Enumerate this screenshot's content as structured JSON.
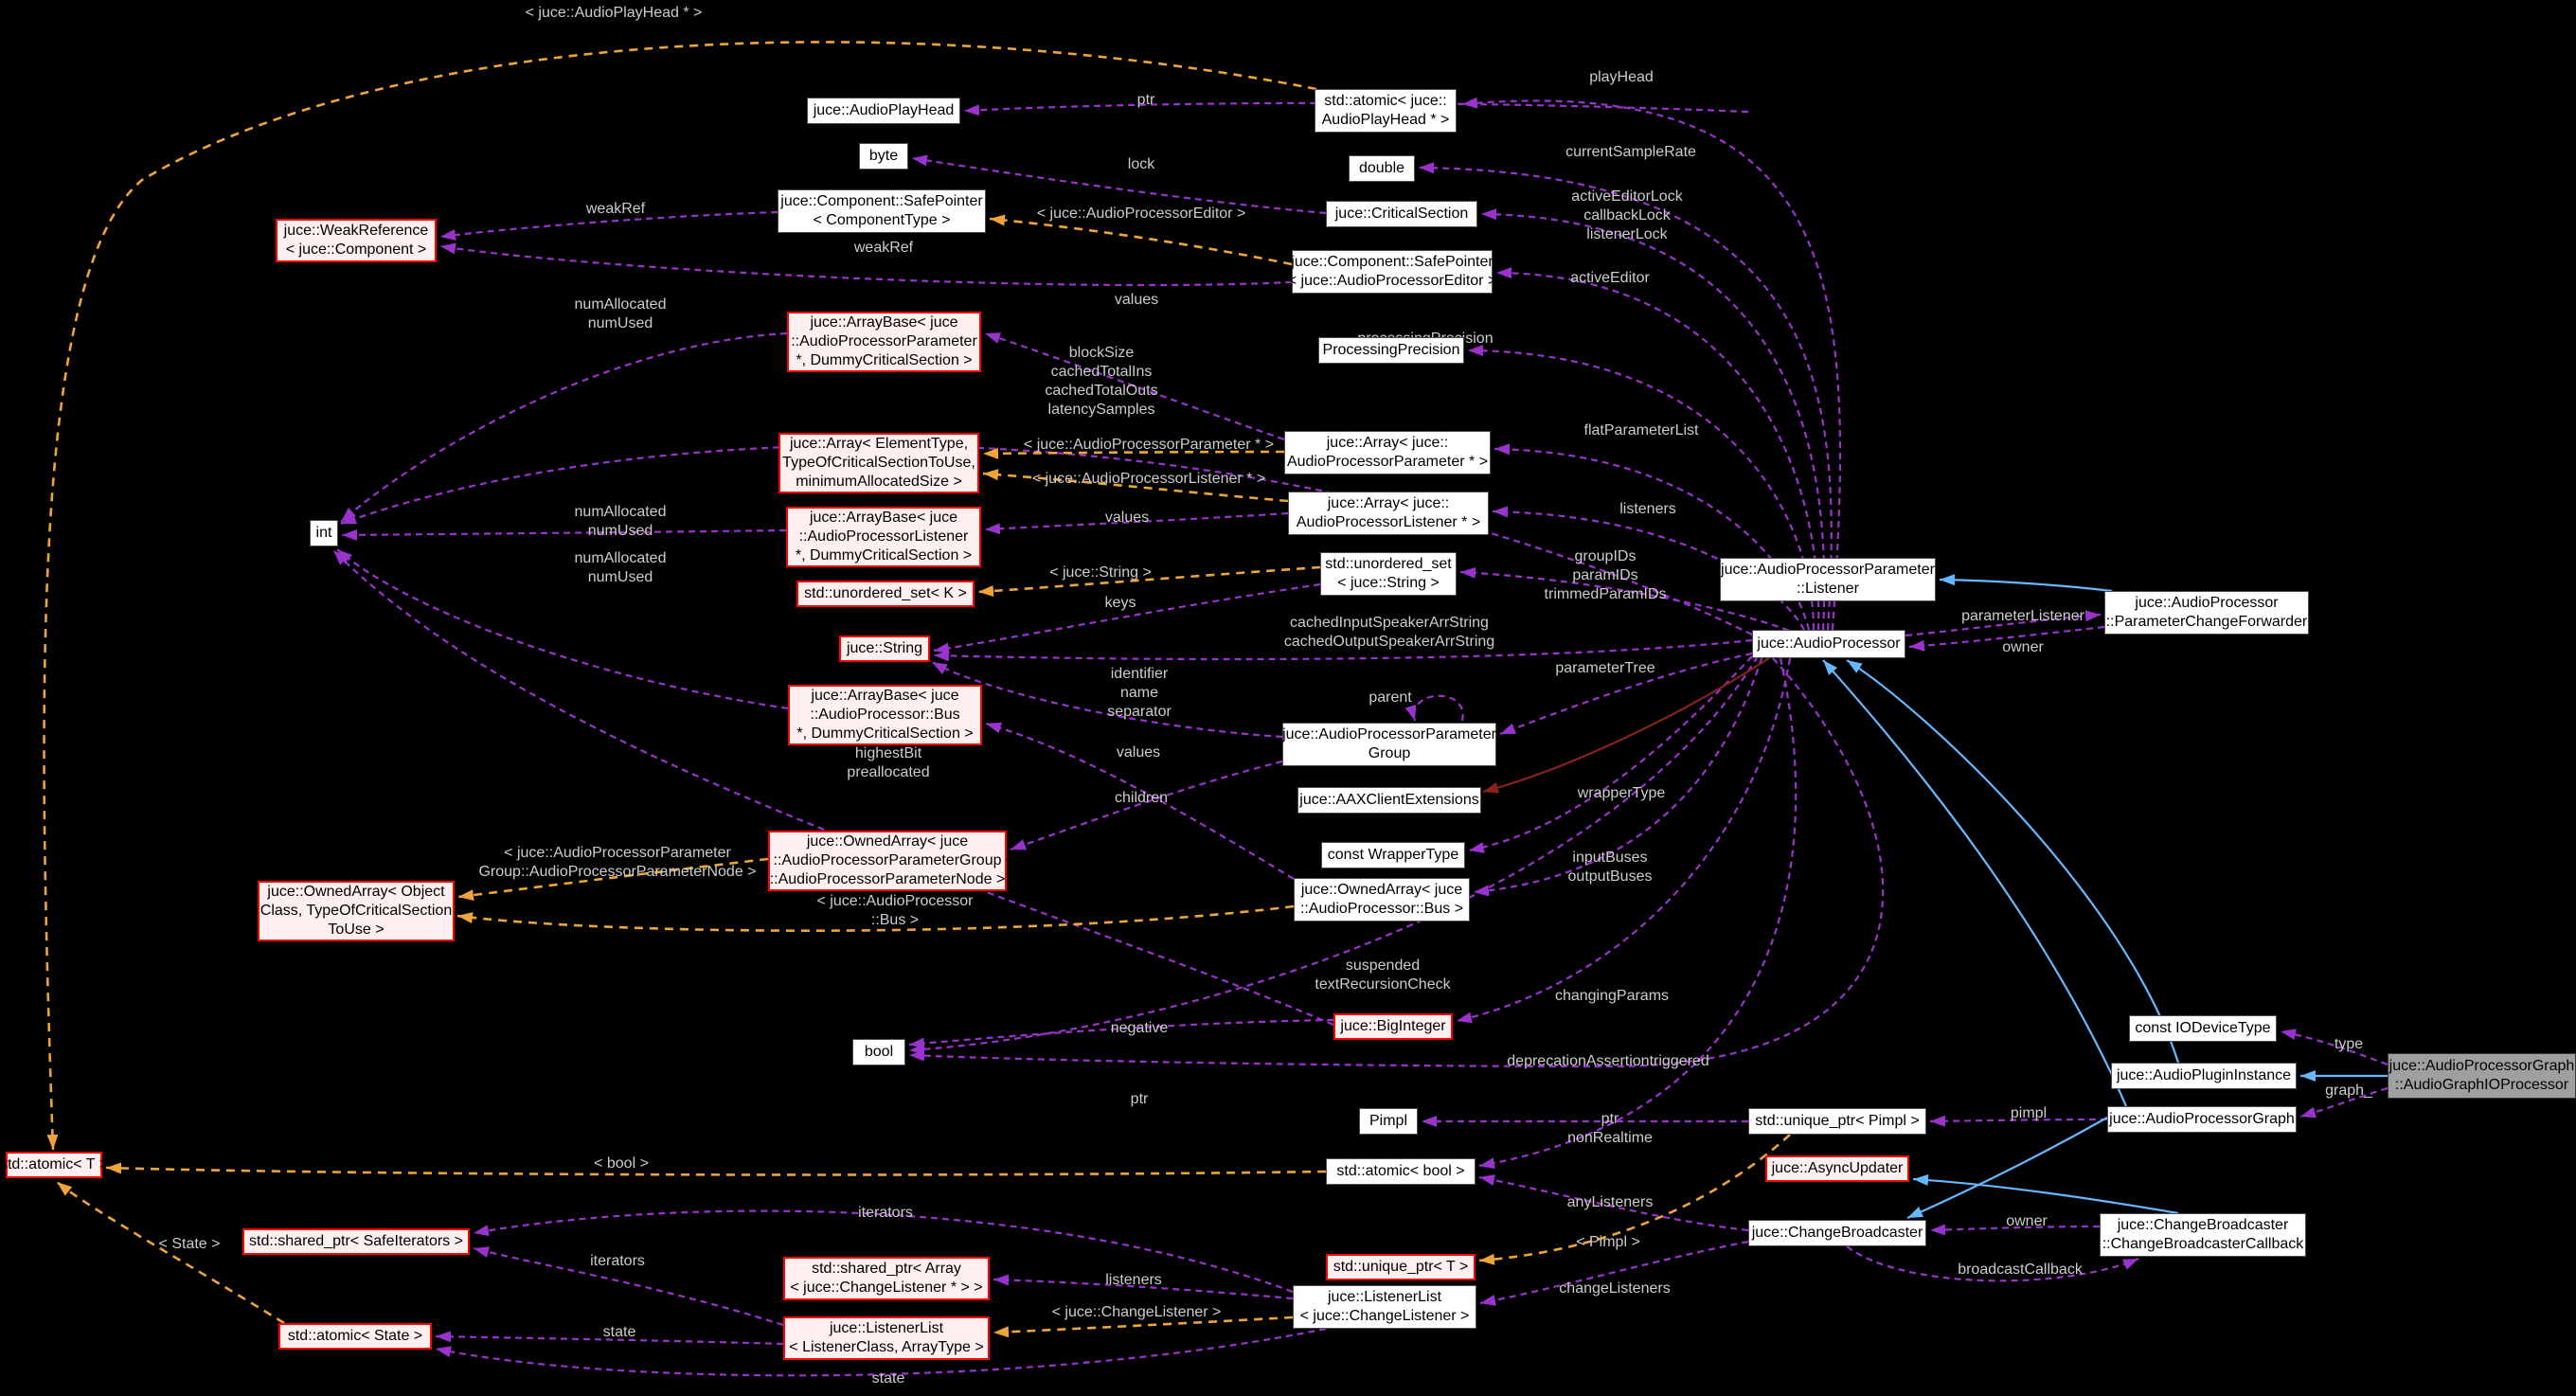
{
  "diagram": {
    "kind": "doxygen-collaboration-graph",
    "target_class": "juce::AudioProcessorGraph::AudioGraphIOProcessor",
    "colors": {
      "background": "#000000",
      "usage_edge": "#9a32cd",
      "template_edge": "#efa339",
      "inheritance_edge": "#63b8ff",
      "private_inheritance_edge": "#8b2020",
      "edge_label_text": "#cccccc",
      "node_fill": "#ffffff",
      "node_border": "#4d4d4d",
      "node_text": "#000000",
      "red_node_fill": "#fff0f0",
      "red_node_border": "#ff0000",
      "target_node_fill": "#9f9f9f"
    },
    "nodes": [
      {
        "id": "playhead",
        "kind": "white",
        "lines": [
          "juce::AudioPlayHead"
        ]
      },
      {
        "id": "byte",
        "kind": "white",
        "lines": [
          "byte"
        ]
      },
      {
        "id": "atomic_playhead",
        "kind": "white",
        "lines": [
          "std::atomic< juce::",
          "AudioPlayHead * >"
        ]
      },
      {
        "id": "double",
        "kind": "white",
        "lines": [
          "double"
        ]
      },
      {
        "id": "critical_section",
        "kind": "white",
        "lines": [
          "juce::CriticalSection"
        ]
      },
      {
        "id": "safepointer_component",
        "kind": "white",
        "lines": [
          "juce::Component::SafePointer",
          "< ComponentType >"
        ]
      },
      {
        "id": "weak_reference",
        "kind": "red",
        "lines": [
          "juce::WeakReference",
          "< juce::Component >"
        ]
      },
      {
        "id": "safepointer_editor",
        "kind": "white",
        "lines": [
          "juce::Component::SafePointer",
          "< juce::AudioProcessorEditor >"
        ]
      },
      {
        "id": "arraybase_param",
        "kind": "red",
        "lines": [
          "juce::ArrayBase< juce",
          "::AudioProcessorParameter",
          "*, DummyCriticalSection >"
        ]
      },
      {
        "id": "processing_precision",
        "kind": "white",
        "lines": [
          "ProcessingPrecision"
        ]
      },
      {
        "id": "array_template",
        "kind": "red",
        "lines": [
          "juce::Array< ElementType,",
          "TypeOfCriticalSectionToUse,",
          "minimumAllocatedSize >"
        ]
      },
      {
        "id": "array_param",
        "kind": "white",
        "lines": [
          "juce::Array< juce::",
          "AudioProcessorParameter * >"
        ]
      },
      {
        "id": "array_listener",
        "kind": "white",
        "lines": [
          "juce::Array< juce::",
          "AudioProcessorListener * >"
        ]
      },
      {
        "id": "arraybase_listener",
        "kind": "red",
        "lines": [
          "juce::ArrayBase< juce",
          "::AudioProcessorListener",
          "*, DummyCriticalSection >"
        ]
      },
      {
        "id": "unordered_set_k",
        "kind": "red",
        "lines": [
          "std::unordered_set< K >"
        ]
      },
      {
        "id": "unordered_set_string",
        "kind": "white",
        "lines": [
          "std::unordered_set",
          "< juce::String >"
        ]
      },
      {
        "id": "string",
        "kind": "red",
        "lines": [
          "juce::String"
        ]
      },
      {
        "id": "ap_listener",
        "kind": "white",
        "lines": [
          "juce::AudioProcessorParameter",
          "::Listener"
        ]
      },
      {
        "id": "param_forwarder",
        "kind": "white",
        "lines": [
          "juce::AudioProcessor",
          "::ParameterChangeForwarder"
        ]
      },
      {
        "id": "audio_processor",
        "kind": "white",
        "lines": [
          "juce::AudioProcessor"
        ]
      },
      {
        "id": "arraybase_bus",
        "kind": "red",
        "lines": [
          "juce::ArrayBase< juce",
          "::AudioProcessor::Bus",
          "*, DummyCriticalSection >"
        ]
      },
      {
        "id": "param_group",
        "kind": "white",
        "lines": [
          "juce::AudioProcessorParameter",
          "Group"
        ]
      },
      {
        "id": "aax",
        "kind": "white",
        "lines": [
          "juce::AAXClientExtensions"
        ]
      },
      {
        "id": "const_wrapper",
        "kind": "white",
        "lines": [
          "const WrapperType"
        ]
      },
      {
        "id": "ownedarray_node",
        "kind": "red",
        "lines": [
          "juce::OwnedArray< juce",
          "::AudioProcessorParameterGroup",
          "::AudioProcessorParameterNode >"
        ]
      },
      {
        "id": "ownedarray_template",
        "kind": "red",
        "lines": [
          "juce::OwnedArray< Object",
          "Class, TypeOfCriticalSection",
          "ToUse >"
        ]
      },
      {
        "id": "ownedarray_bus",
        "kind": "white",
        "lines": [
          "juce::OwnedArray< juce",
          "::AudioProcessor::Bus >"
        ]
      },
      {
        "id": "big_integer",
        "kind": "red",
        "lines": [
          "juce::BigInteger"
        ]
      },
      {
        "id": "bool",
        "kind": "white",
        "lines": [
          "bool"
        ]
      },
      {
        "id": "const_iodevice",
        "kind": "white",
        "lines": [
          "const IODeviceType"
        ]
      },
      {
        "id": "plugin_instance",
        "kind": "white",
        "lines": [
          "juce::AudioPluginInstance"
        ]
      },
      {
        "id": "target",
        "kind": "target",
        "lines": [
          "juce::AudioProcessorGraph",
          "::AudioGraphIOProcessor"
        ]
      },
      {
        "id": "processor_graph",
        "kind": "white",
        "lines": [
          "juce::AudioProcessorGraph"
        ]
      },
      {
        "id": "pimpl",
        "kind": "white",
        "lines": [
          "Pimpl"
        ]
      },
      {
        "id": "unique_ptr_pimpl",
        "kind": "white",
        "lines": [
          "std::unique_ptr< Pimpl >"
        ]
      },
      {
        "id": "atomic_bool",
        "kind": "white",
        "lines": [
          "std::atomic< bool >"
        ]
      },
      {
        "id": "async_updater",
        "kind": "red",
        "lines": [
          "juce::AsyncUpdater"
        ]
      },
      {
        "id": "change_broadcaster",
        "kind": "white",
        "lines": [
          "juce::ChangeBroadcaster"
        ]
      },
      {
        "id": "broadcaster_callback",
        "kind": "white",
        "lines": [
          "juce::ChangeBroadcaster",
          "::ChangeBroadcasterCallback"
        ]
      },
      {
        "id": "unique_ptr_t",
        "kind": "red",
        "lines": [
          "std::unique_ptr< T >"
        ]
      },
      {
        "id": "atomic_t",
        "kind": "red",
        "lines": [
          "std::atomic< T >"
        ]
      },
      {
        "id": "shared_ptr_iter",
        "kind": "red",
        "lines": [
          "std::shared_ptr< SafeIterators >"
        ]
      },
      {
        "id": "atomic_state",
        "kind": "red",
        "lines": [
          "std::atomic< State >"
        ]
      },
      {
        "id": "shared_ptr_array",
        "kind": "red",
        "lines": [
          "std::shared_ptr< Array",
          "< juce::ChangeListener * > >"
        ]
      },
      {
        "id": "listenerlist_template",
        "kind": "red",
        "lines": [
          "juce::ListenerList",
          "< ListenerClass, ArrayType >"
        ]
      },
      {
        "id": "listenerlist_change",
        "kind": "white",
        "lines": [
          "juce::ListenerList",
          "< juce::ChangeListener >"
        ]
      },
      {
        "id": "int",
        "kind": "white",
        "lines": [
          "int"
        ]
      }
    ],
    "edge_labels": [
      {
        "id": "l_tpl_playhead",
        "lines": [
          "< juce::AudioPlayHead * >"
        ]
      },
      {
        "id": "l_ptr_top",
        "lines": [
          "ptr"
        ]
      },
      {
        "id": "l_playhead",
        "lines": [
          "playHead"
        ]
      },
      {
        "id": "l_lock",
        "lines": [
          "lock"
        ]
      },
      {
        "id": "l_current_sample_rate",
        "lines": [
          "currentSampleRate"
        ]
      },
      {
        "id": "l_weakref1",
        "lines": [
          "weakRef"
        ]
      },
      {
        "id": "l_tpl_editor",
        "lines": [
          "< juce::AudioProcessorEditor >"
        ]
      },
      {
        "id": "l_editor_locks",
        "lines": [
          "activeEditorLock",
          "callbackLock",
          "listenerLock"
        ]
      },
      {
        "id": "l_weakref2",
        "lines": [
          "weakRef"
        ]
      },
      {
        "id": "l_active_editor",
        "lines": [
          "activeEditor"
        ]
      },
      {
        "id": "l_numuse1",
        "lines": [
          "numAllocated",
          "numUsed"
        ]
      },
      {
        "id": "l_values1",
        "lines": [
          "values"
        ]
      },
      {
        "id": "l_processing_precision",
        "lines": [
          "processingPrecision"
        ]
      },
      {
        "id": "l_block",
        "lines": [
          "blockSize",
          "cachedTotalIns",
          "cachedTotalOuts",
          "latencySamples"
        ]
      },
      {
        "id": "l_tpl_param",
        "lines": [
          "< juce::AudioProcessorParameter * >"
        ]
      },
      {
        "id": "l_flat",
        "lines": [
          "flatParameterList"
        ]
      },
      {
        "id": "l_tpl_listener",
        "lines": [
          "< juce::AudioProcessorListener * >"
        ]
      },
      {
        "id": "l_values2",
        "lines": [
          "values"
        ]
      },
      {
        "id": "l_numuse2",
        "lines": [
          "numAllocated",
          "numUsed"
        ]
      },
      {
        "id": "l_listeners1",
        "lines": [
          "listeners"
        ]
      },
      {
        "id": "l_tpl_string",
        "lines": [
          "< juce::String >"
        ]
      },
      {
        "id": "l_numuse3",
        "lines": [
          "numAllocated",
          "numUsed"
        ]
      },
      {
        "id": "l_keys",
        "lines": [
          "keys"
        ]
      },
      {
        "id": "l_groupids",
        "lines": [
          "groupIDs",
          "paramIDs",
          "trimmedParamIDs"
        ]
      },
      {
        "id": "l_cached",
        "lines": [
          "cachedInputSpeakerArrString",
          "cachedOutputSpeakerArrString"
        ]
      },
      {
        "id": "l_parameter_tree",
        "lines": [
          "parameterTree"
        ]
      },
      {
        "id": "l_param_listener",
        "lines": [
          "parameterListener"
        ]
      },
      {
        "id": "l_owner1",
        "lines": [
          "owner"
        ]
      },
      {
        "id": "l_identifier",
        "lines": [
          "identifier",
          "name",
          "separator"
        ]
      },
      {
        "id": "l_parent",
        "lines": [
          "parent"
        ]
      },
      {
        "id": "l_values3",
        "lines": [
          "values"
        ]
      },
      {
        "id": "l_highest",
        "lines": [
          "highestBit",
          "preallocated"
        ]
      },
      {
        "id": "l_children",
        "lines": [
          "children"
        ]
      },
      {
        "id": "l_wrapper_type",
        "lines": [
          "wrapperType"
        ]
      },
      {
        "id": "l_tpl_node",
        "lines": [
          "< juce::AudioProcessorParameter",
          "Group::AudioProcessorParameterNode >"
        ]
      },
      {
        "id": "l_input_buses",
        "lines": [
          "inputBuses",
          "outputBuses"
        ]
      },
      {
        "id": "l_tpl_bus",
        "lines": [
          "< juce::AudioProcessor",
          "::Bus >"
        ]
      },
      {
        "id": "l_suspended",
        "lines": [
          "suspended",
          "textRecursionCheck"
        ]
      },
      {
        "id": "l_changing",
        "lines": [
          "changingParams"
        ]
      },
      {
        "id": "l_negative",
        "lines": [
          "negative"
        ]
      },
      {
        "id": "l_deprecation",
        "lines": [
          "deprecationAssertiontriggered"
        ]
      },
      {
        "id": "l_type",
        "lines": [
          "type"
        ]
      },
      {
        "id": "l_ptr2",
        "lines": [
          "ptr"
        ]
      },
      {
        "id": "l_ptr_nonrealtime",
        "lines": [
          "ptr",
          "nonRealtime"
        ]
      },
      {
        "id": "l_pimpl",
        "lines": [
          "pimpl"
        ]
      },
      {
        "id": "l_graph",
        "lines": [
          "graph_"
        ]
      },
      {
        "id": "l_tpl_bool",
        "lines": [
          "< bool >"
        ]
      },
      {
        "id": "l_any_listeners",
        "lines": [
          "anyListeners"
        ]
      },
      {
        "id": "l_tpl_state",
        "lines": [
          "< State >"
        ]
      },
      {
        "id": "l_owner2",
        "lines": [
          "owner"
        ]
      },
      {
        "id": "l_iterators1",
        "lines": [
          "iterators"
        ]
      },
      {
        "id": "l_tpl_pimpl",
        "lines": [
          "< Pimpl >"
        ]
      },
      {
        "id": "l_iterators2",
        "lines": [
          "iterators"
        ]
      },
      {
        "id": "l_broadcast_callback",
        "lines": [
          "broadcastCallback"
        ]
      },
      {
        "id": "l_listeners2",
        "lines": [
          "listeners"
        ]
      },
      {
        "id": "l_change_listeners",
        "lines": [
          "changeListeners"
        ]
      },
      {
        "id": "l_tpl_changelistener",
        "lines": [
          "< juce::ChangeListener >"
        ]
      },
      {
        "id": "l_state1",
        "lines": [
          "state"
        ]
      },
      {
        "id": "l_state2",
        "lines": [
          "state"
        ]
      }
    ]
  }
}
